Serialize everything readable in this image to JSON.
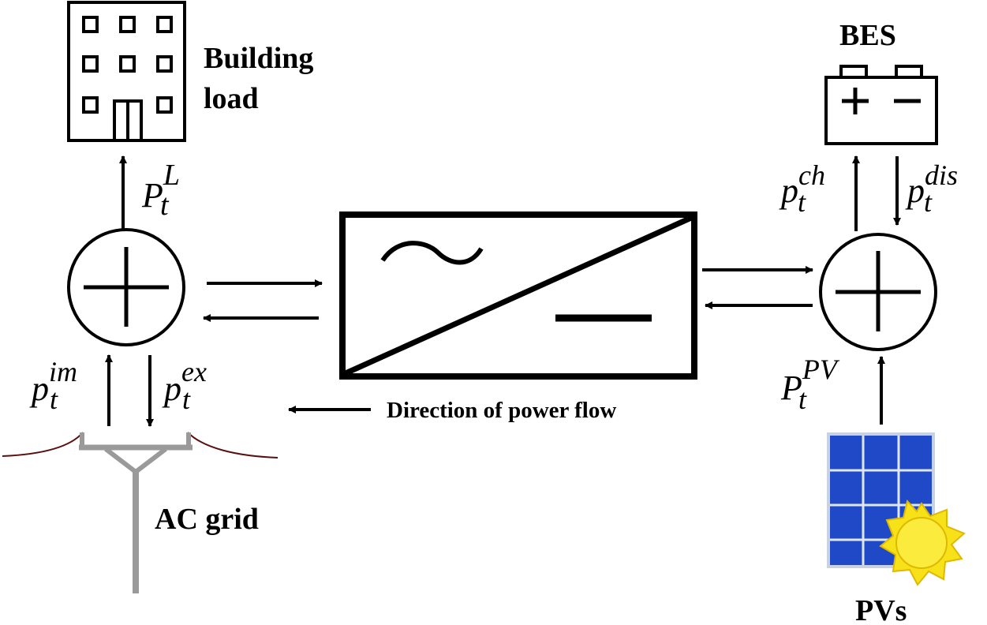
{
  "labels": {
    "building_line1": "Building",
    "building_line2": "load",
    "bes": "BES",
    "ac_grid": "AC grid",
    "pvs": "PVs",
    "direction": "Direction of power flow"
  },
  "symbols": {
    "load": {
      "base": "P",
      "sup": "L"
    },
    "import": {
      "base": "p",
      "sup": "im"
    },
    "export": {
      "base": "p",
      "sup": "ex"
    },
    "charge": {
      "base": "p",
      "sup": "ch"
    },
    "discharge": {
      "base": "p",
      "sup": "dis"
    },
    "pv": {
      "base": "P",
      "sup": "PV"
    },
    "subscript": "t"
  },
  "colors": {
    "ink": "#000000",
    "pole": "#9a9a9a",
    "wire": "#5a1010",
    "panel": "#1f49c7",
    "panel_frame": "#c8d2e0",
    "sun": "#f7e21a",
    "sun_stroke": "#e0b800"
  },
  "icons": [
    "building-icon",
    "battery-icon",
    "summing-junction-icon",
    "converter-icon",
    "utility-pole-icon",
    "solar-panel-icon",
    "sun-icon"
  ]
}
